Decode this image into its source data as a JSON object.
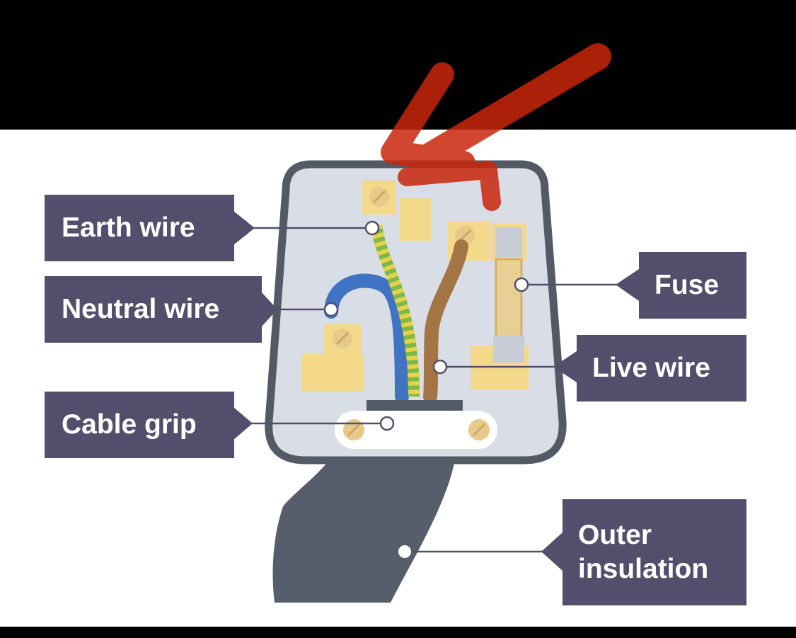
{
  "labels": {
    "earth_wire": "Earth wire",
    "neutral_wire": "Neutral wire",
    "cable_grip": "Cable grip",
    "fuse": "Fuse",
    "live_wire": "Live wire",
    "outer_insulation": "Outer\ninsulation"
  },
  "colors": {
    "label_bg": "#524e6c",
    "plug_outline": "#525a66",
    "plug_fill": "#d8dde6",
    "terminal": "#f4d98a",
    "screw": "#e8c98a",
    "neutral": "#3f73c4",
    "live": "#a47544",
    "earth_green": "#7db84a",
    "earth_yellow": "#e7d34a",
    "fuse_cap": "#c8ccd6",
    "fuse_body": "#e8cf94",
    "cable": "#575e6b",
    "annotation_arrow": "#c8260b"
  },
  "icons": {
    "annotation": "red-arrow-icon"
  }
}
